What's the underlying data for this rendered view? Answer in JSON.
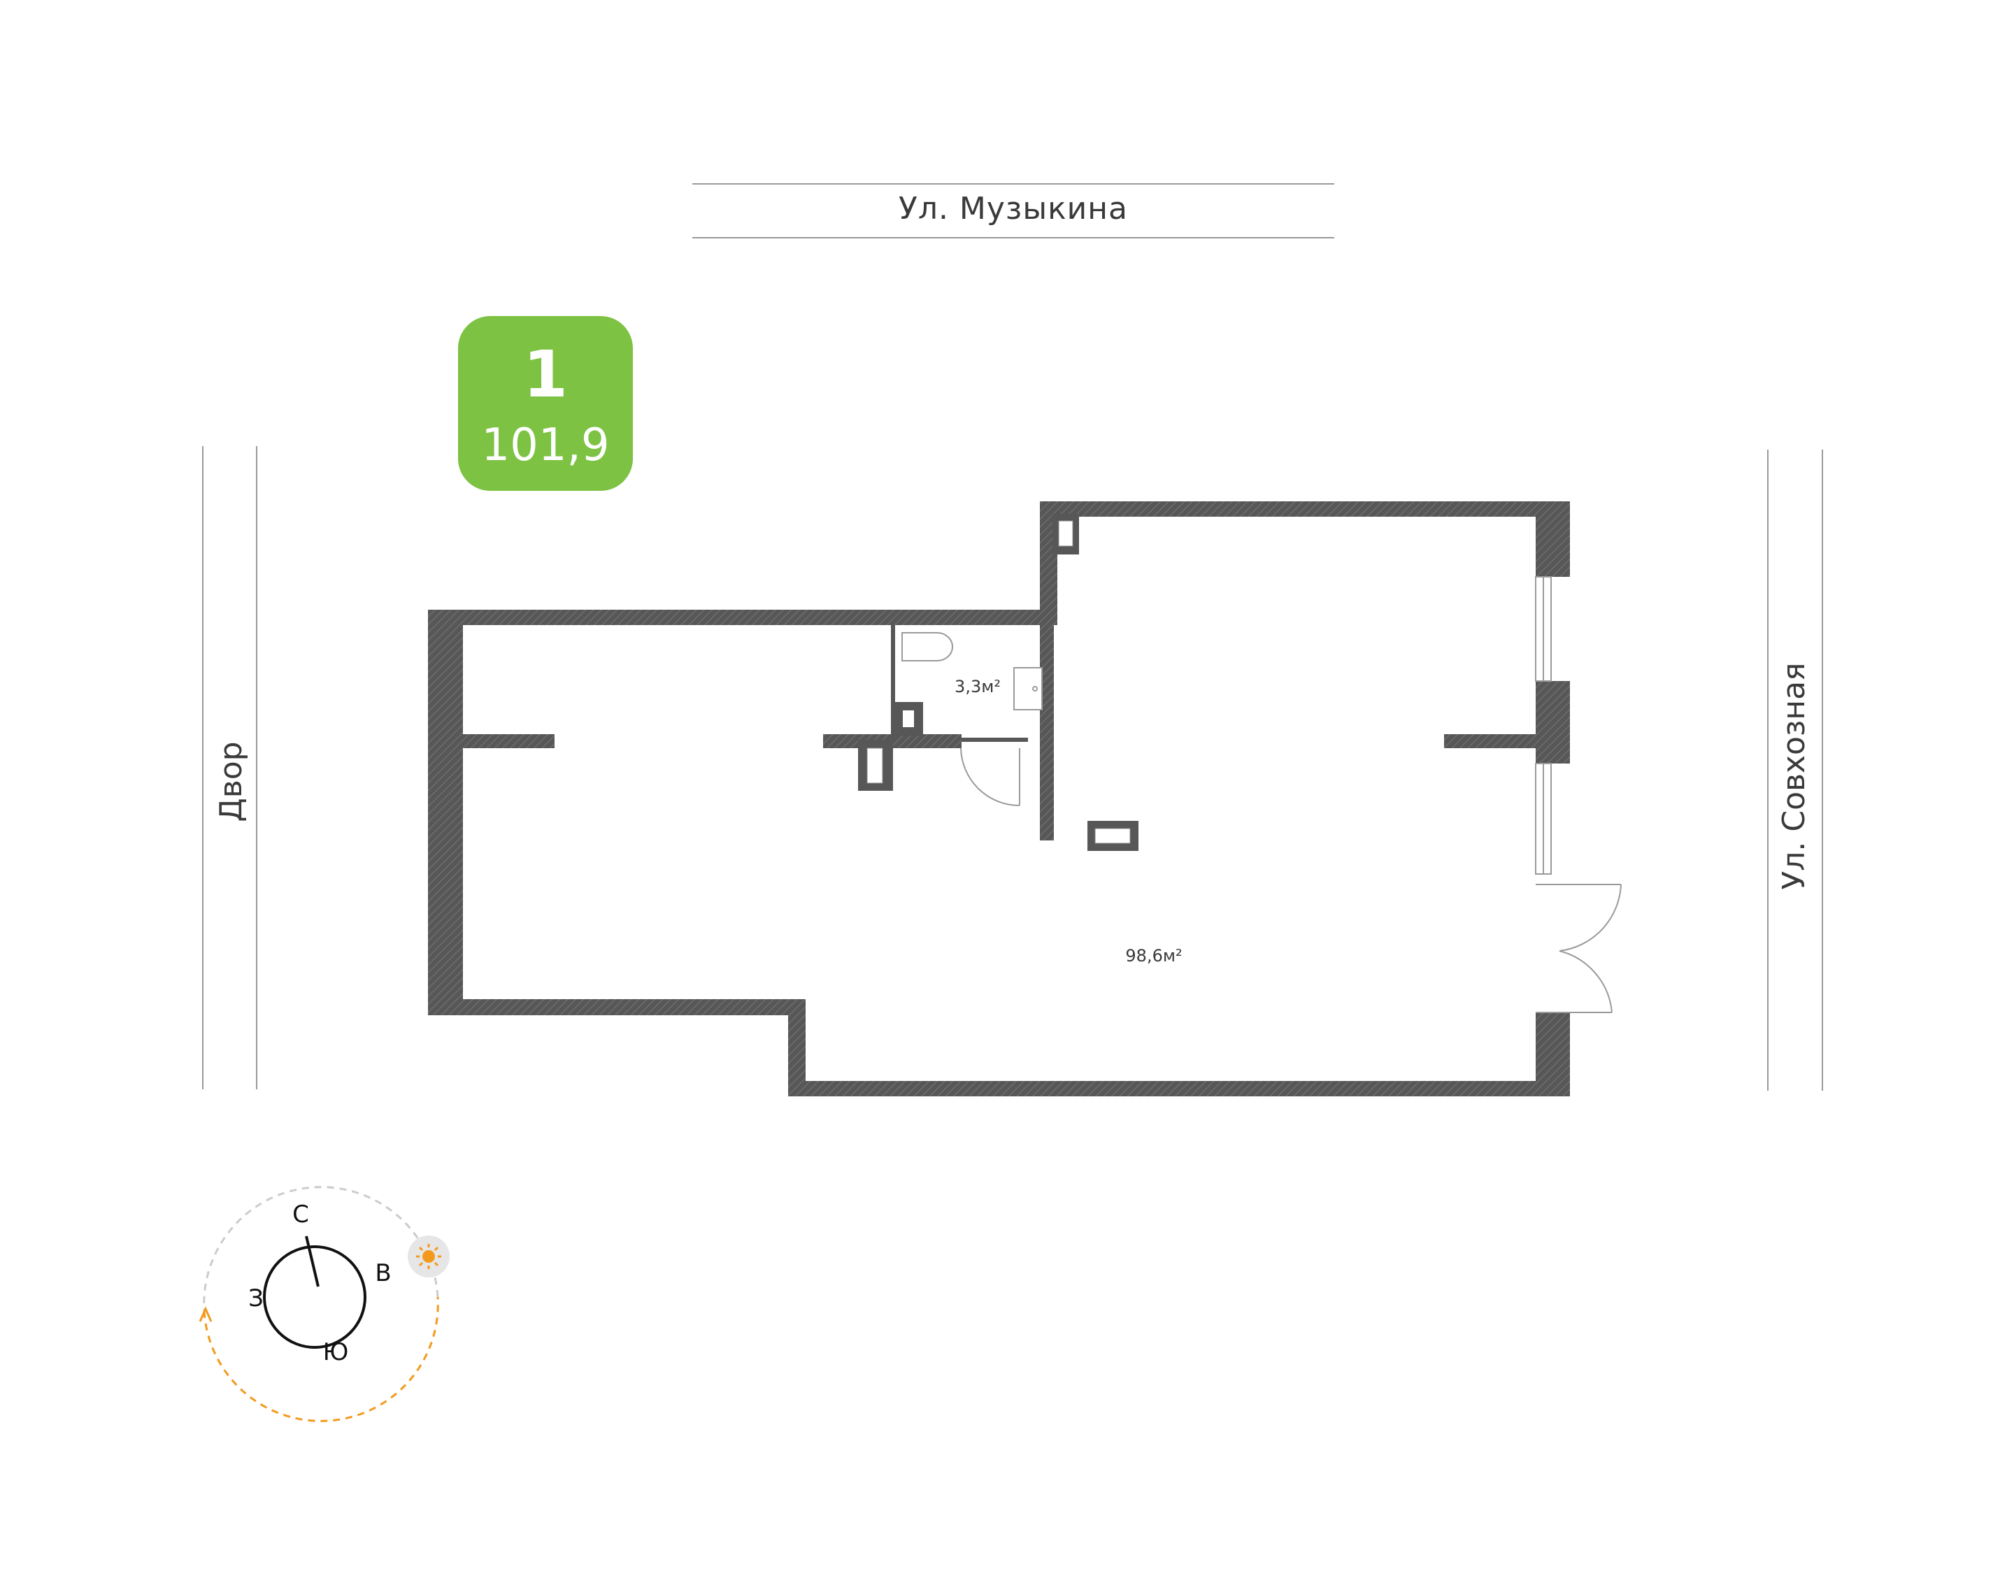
{
  "streets": {
    "top": "Ул. Музыкина",
    "left": "Двор",
    "right": "Ул. Совхозная"
  },
  "badge": {
    "number": "1",
    "area": "101,9",
    "color": "#7dc242"
  },
  "rooms": {
    "bathroom_area": "3,3м²",
    "main_area": "98,6м²"
  },
  "compass": {
    "north": "С",
    "east": "В",
    "west": "З",
    "south": "Ю",
    "sun_color": "#f39a1e",
    "icons": [
      "compass-needle-icon",
      "sun-icon",
      "sun-path-arrow-icon"
    ]
  },
  "colors": {
    "wall": "#575757",
    "wall_hatch": "#6a6a6a",
    "line": "#9a9a9a",
    "text": "#3a3a3a"
  }
}
